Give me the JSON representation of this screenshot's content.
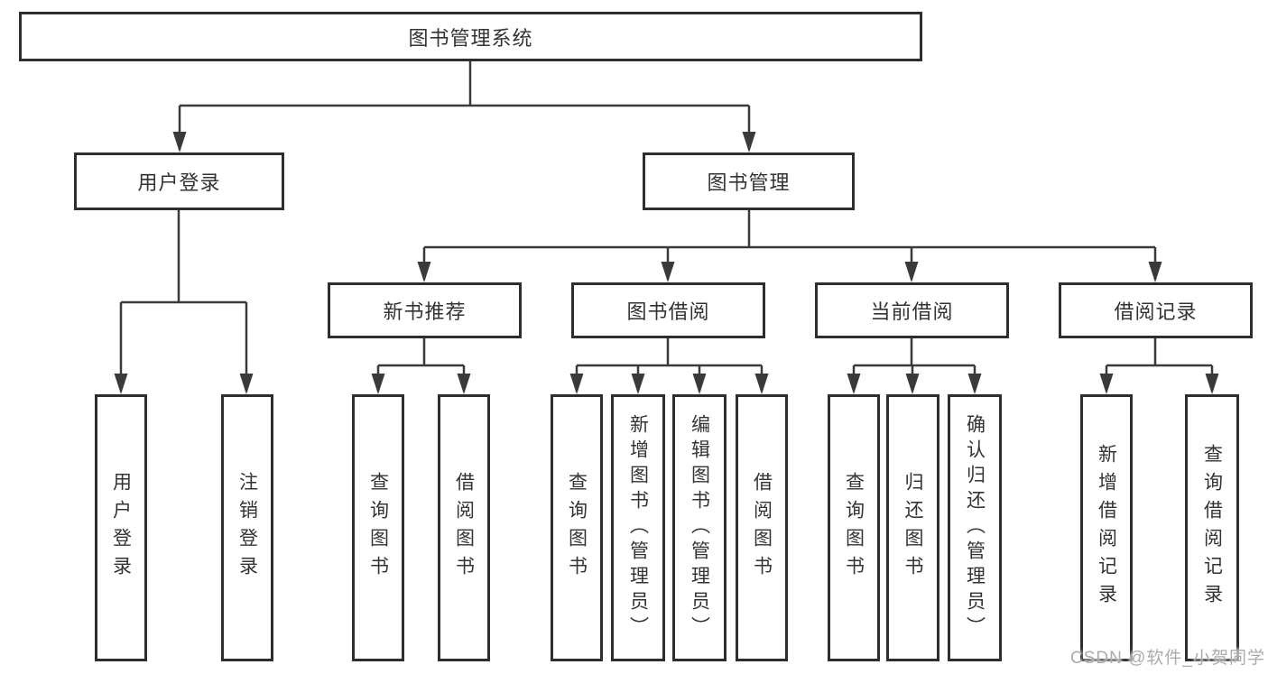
{
  "diagram": {
    "title": "图书管理系统",
    "nodes": {
      "root": "图书管理系统",
      "user_login": "用户登录",
      "book_management": "图书管理",
      "new_book_recommend": "新书推荐",
      "book_borrow": "图书借阅",
      "current_borrow": "当前借阅",
      "borrow_records": "借阅记录",
      "leaf_user_login": "用户登录",
      "leaf_logout": "注销登录",
      "rec_query_books": "查询图书",
      "rec_borrow_books": "借阅图书",
      "bb_query_books": "查询图书",
      "bb_add_books_admin": "新增图书（管理员）",
      "bb_edit_books_admin": "编辑图书（管理员）",
      "bb_borrow_books": "借阅图书",
      "cb_query_books": "查询图书",
      "cb_return_books": "归还图书",
      "cb_confirm_return_admin": "确认归还（管理员）",
      "br_add_record": "新增借阅记录",
      "br_query_record": "查询借阅记录"
    },
    "colors": {
      "line": "#3a3a3a",
      "box_border": "#2e2e2e",
      "text": "#333333",
      "background": "#ffffff",
      "watermark": "#ababab"
    }
  },
  "watermark": {
    "text": "CSDN @软件_小贺同学"
  }
}
